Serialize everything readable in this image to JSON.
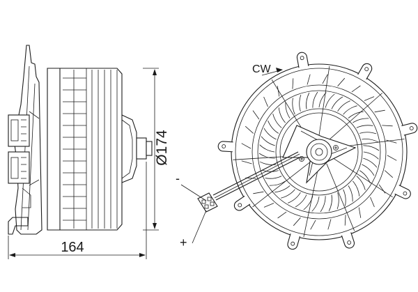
{
  "dimensions": {
    "width_label": "164",
    "diameter_label": "Ø174"
  },
  "rotation_label": "CW",
  "terminals": {
    "minus": "-",
    "plus": "+"
  },
  "colors": {
    "line": "#1a1a1a",
    "background": "#ffffff"
  }
}
